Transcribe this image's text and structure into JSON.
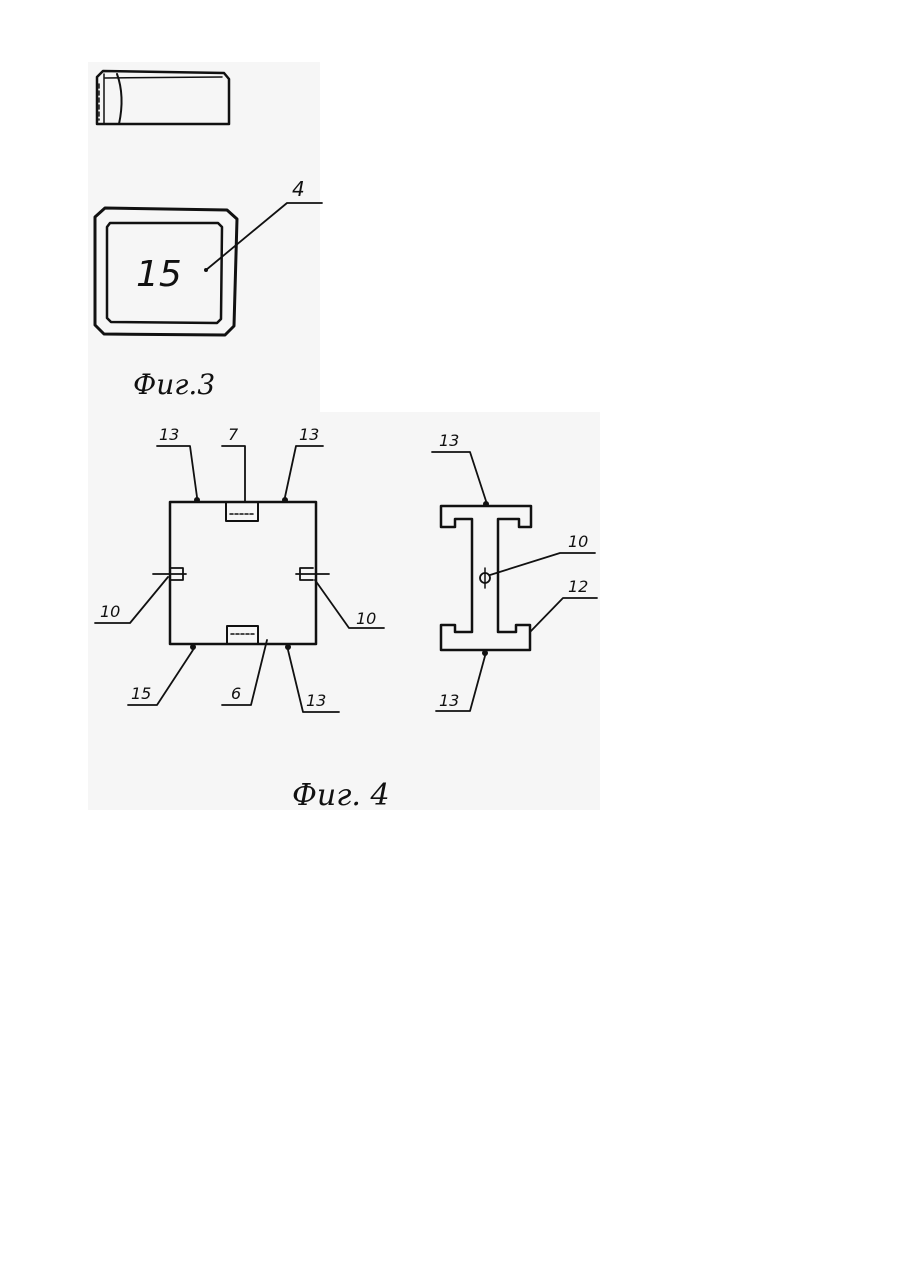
{
  "figures": {
    "fig3": {
      "caption": "Фиг.3",
      "inner_number": "15",
      "callout": "4"
    },
    "fig4": {
      "caption": "Фиг. 4",
      "square": {
        "top_left": "13",
        "top_center": "7",
        "top_right": "13",
        "left": "10",
        "right": "10",
        "bottom_left": "15",
        "bottom_center": "6",
        "bottom_right": "13"
      },
      "ibeam": {
        "top": "13",
        "center": "10",
        "flange": "12",
        "bottom": "13"
      }
    }
  }
}
